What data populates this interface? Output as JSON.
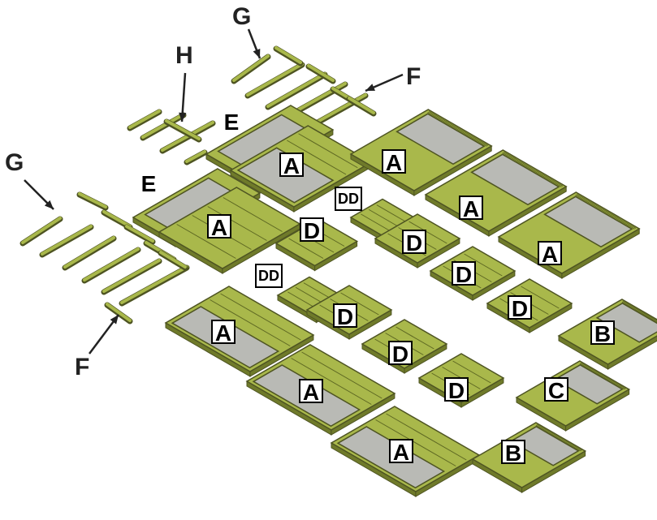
{
  "diagram": {
    "colors": {
      "panel_green": "#a9b84b",
      "panel_dark": "#6f7a2a",
      "slat_line": "#5d6722",
      "insulation_gray": "#b9bab5",
      "frame_edge": "#4e5422"
    },
    "panel_labels": {
      "a1": "A",
      "a2": "A",
      "a3": "A",
      "a4": "A",
      "a5": "A",
      "a6": "A",
      "a7": "A",
      "a8": "A",
      "b1": "B",
      "b2": "B",
      "c1": "C",
      "d1": "D",
      "d2": "D",
      "d3": "D",
      "d4": "D",
      "d5": "D",
      "d6": "D",
      "d7": "D",
      "dd1": "DD",
      "dd2": "DD",
      "e1": "E",
      "e2": "E"
    },
    "callouts": {
      "g_top": "G",
      "g_left": "G",
      "h": "H",
      "f_top": "F",
      "f_bottom": "F"
    }
  }
}
